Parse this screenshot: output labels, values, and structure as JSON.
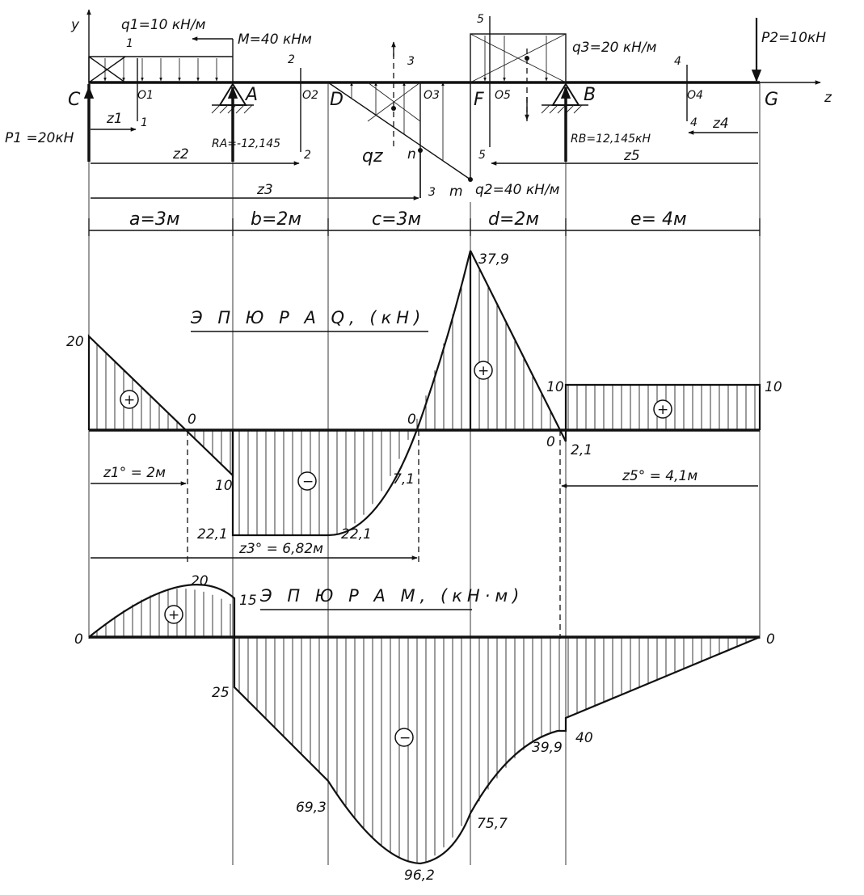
{
  "axes": {
    "y": "y",
    "z": "z"
  },
  "points": {
    "C": "C",
    "A": "A",
    "D": "D",
    "F": "F",
    "B": "B",
    "G": "G",
    "O1": "O1",
    "O2": "O2",
    "O3": "O3",
    "O4": "O4",
    "O5": "O5",
    "n": "n",
    "m": "m"
  },
  "loads": {
    "q1": "q1=10 кН/м",
    "M": "M=40 кНм",
    "q3": "q3=20 кН/м",
    "P2": "P2=10кН",
    "P1": "P1 =20кН",
    "q2": "q2=40 кН/м",
    "qz": "qz",
    "RA": "RA=-12,145",
    "RB": "RB=12,145кН"
  },
  "sections": [
    "1",
    "1",
    "2",
    "2",
    "3",
    "3",
    "4",
    "4",
    "5",
    "5"
  ],
  "coords": {
    "z1": "z1",
    "z2": "z2",
    "z3": "z3",
    "z4": "z4",
    "z5": "z5"
  },
  "spans": [
    "a=3м",
    "b=2м",
    "c=3м",
    "d=2м",
    "e= 4м"
  ],
  "q_diagram": {
    "title": "Э П Ю Р А   Q, (кН)",
    "labels": {
      "v20": "20",
      "v10a": "10",
      "v0a": "0",
      "v22a": "22,1",
      "v22b": "22,1",
      "v7": "7,1",
      "v0b": "0",
      "v37": "37,9",
      "v10b": "10",
      "v10c": "10",
      "v0c": "0",
      "v2": "2,1"
    },
    "z1_0": "z1° = 2м",
    "z3_0": "z3° = 6,82м",
    "z5_0": "z5° = 4,1м",
    "plus": "+",
    "minus": "−"
  },
  "m_diagram": {
    "title": "Э П Ю Р А   М, (кН·м)",
    "labels": {
      "v0a": "0",
      "v20": "20",
      "v15": "15",
      "v25": "25",
      "v69": "69,3",
      "v96": "96,2",
      "v75": "75,7",
      "v39": "39,9",
      "v40": "40",
      "v0b": "0"
    },
    "plus": "+",
    "minus": "−"
  }
}
